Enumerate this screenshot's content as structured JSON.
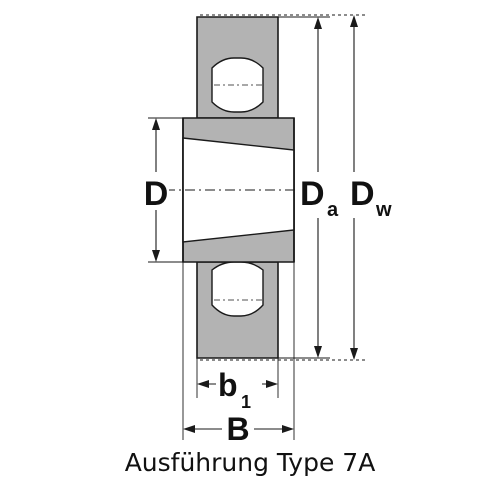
{
  "caption": "Ausführung Type 7A",
  "labels": {
    "bore": "D",
    "outer_main": "D",
    "outer_sub": "a",
    "pitch_main": "D",
    "pitch_sub": "w",
    "b_main": "b",
    "b_sub": "1",
    "width": "B"
  },
  "colors": {
    "section_fill": "#b3b3b3",
    "line": "#1a1a1a",
    "background": "#ffffff"
  }
}
